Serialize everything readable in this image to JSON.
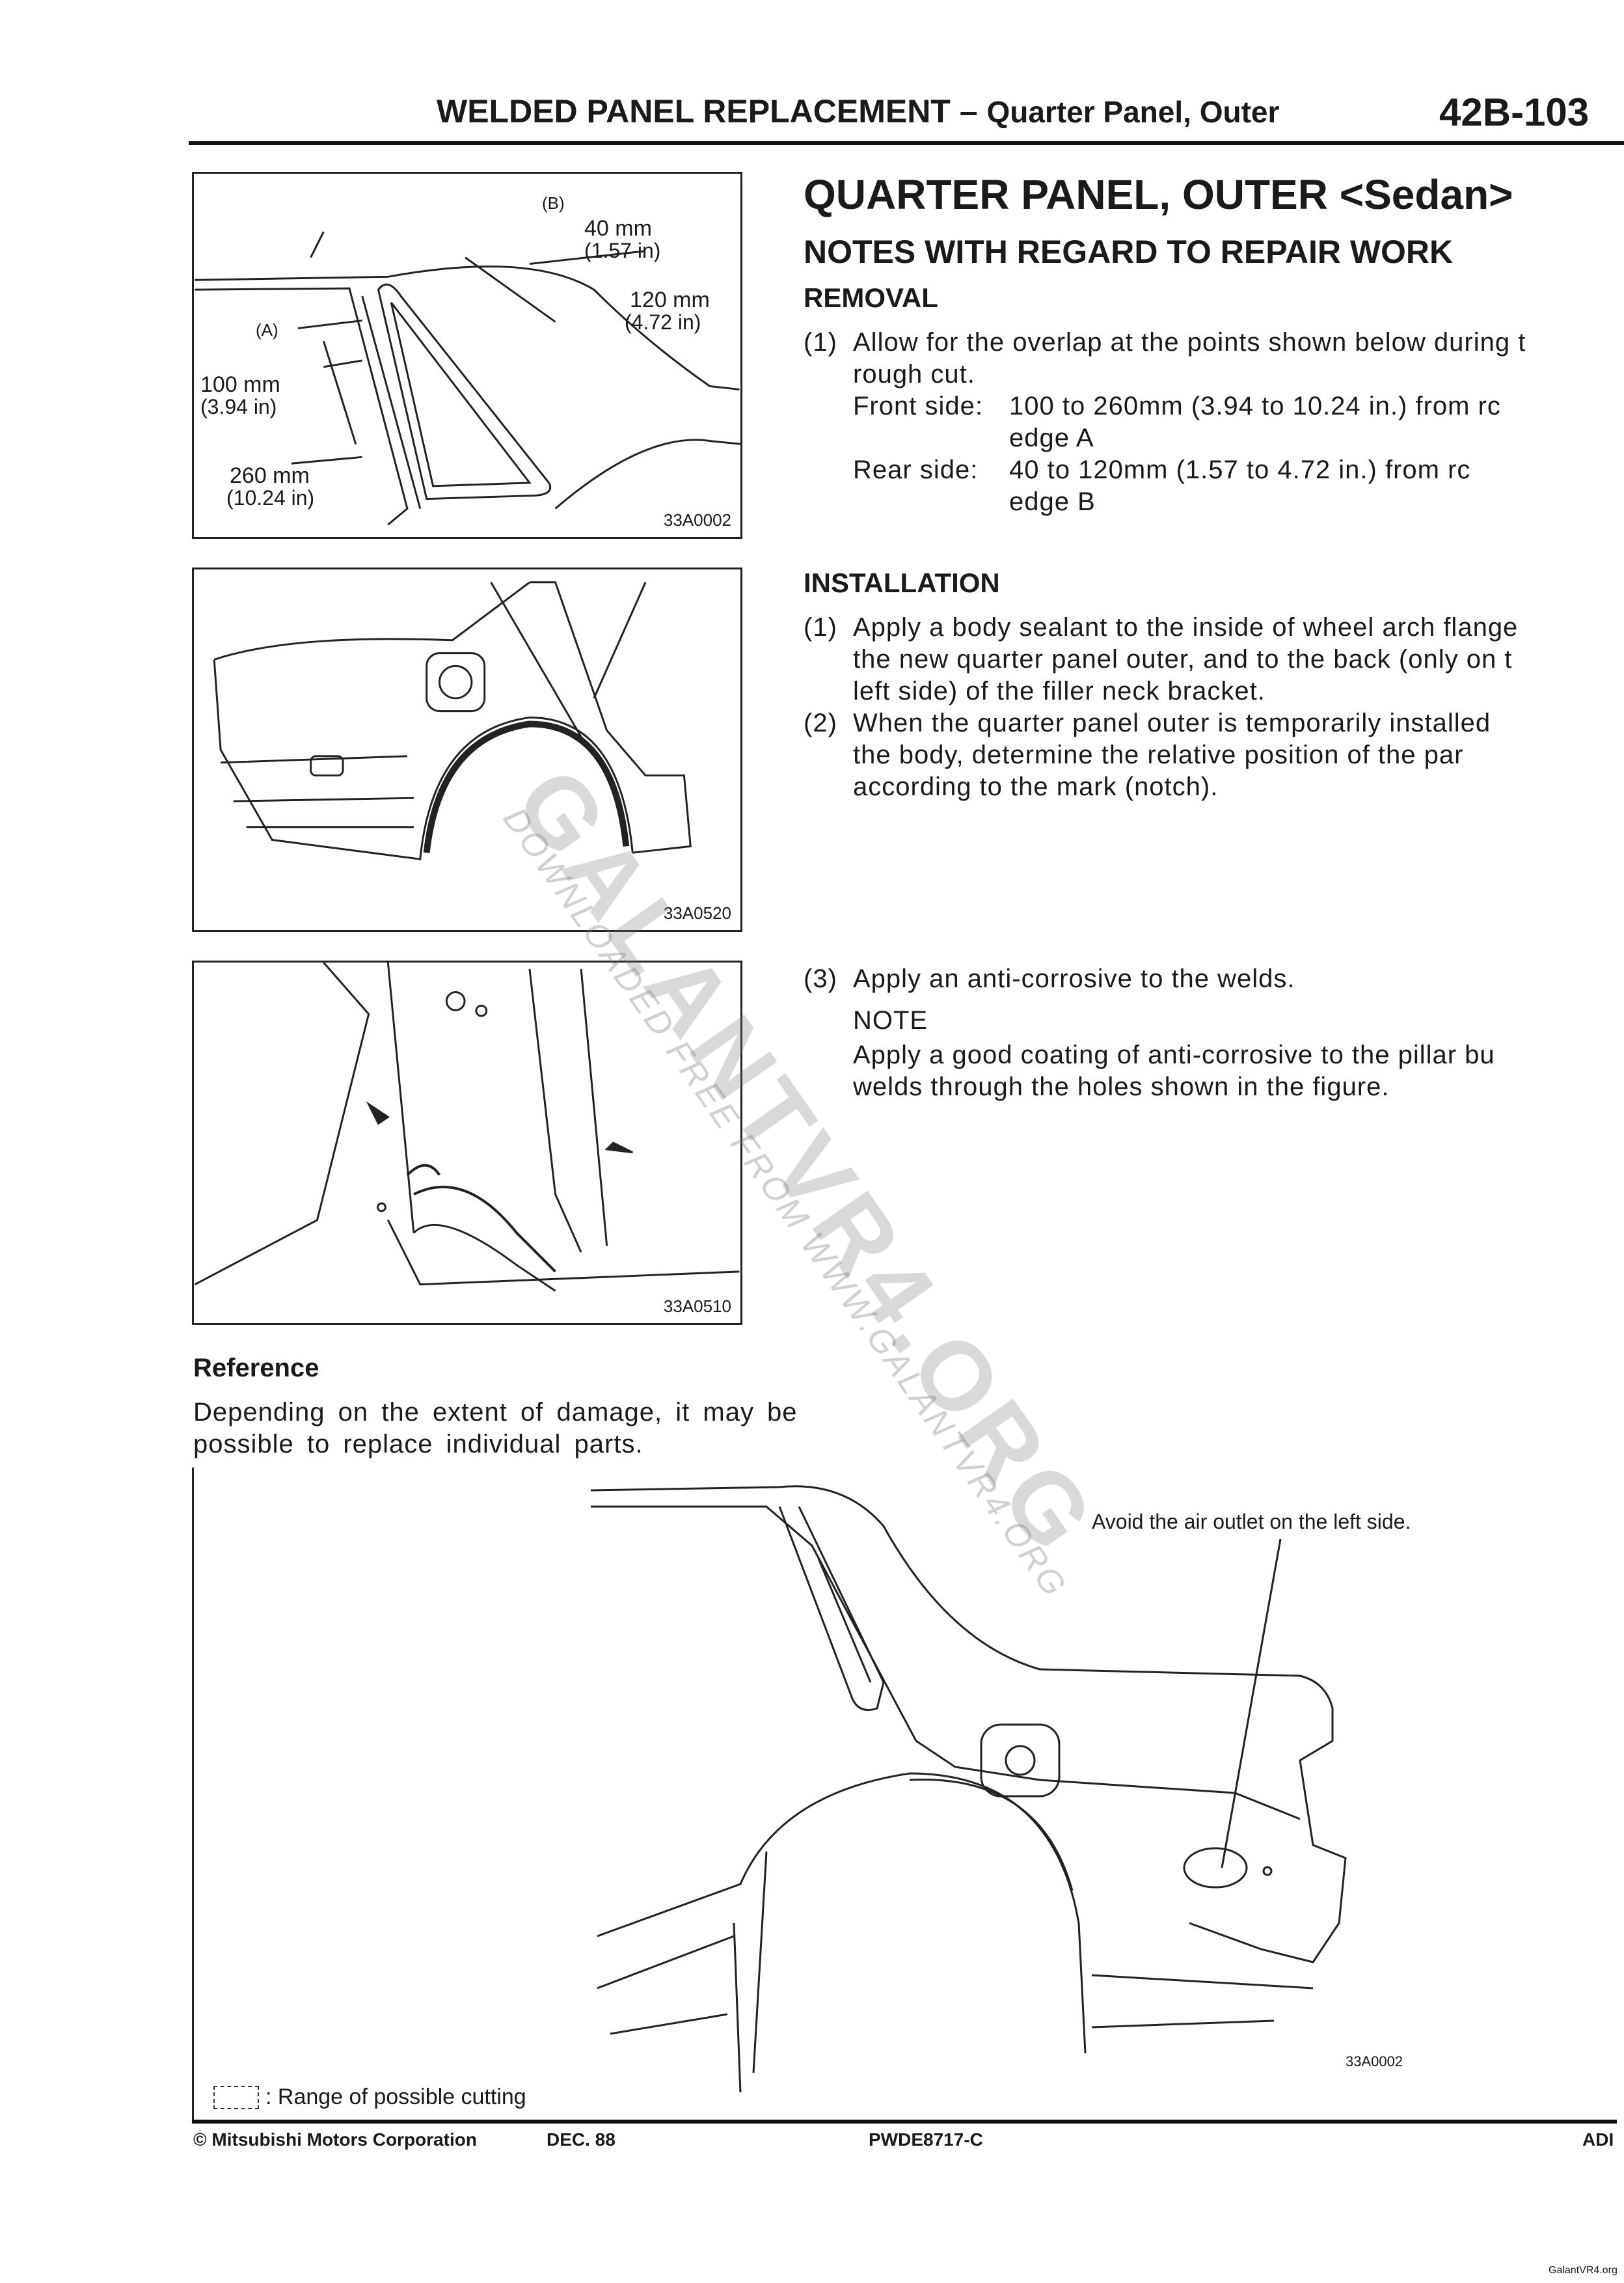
{
  "header": {
    "section": "WELDED PANEL REPLACEMENT",
    "separator": "–",
    "subsection": "Quarter Panel, Outer",
    "page": "42B-103"
  },
  "figures": [
    {
      "code": "33A0002",
      "labels": {
        "b": "(B)",
        "b1": "40 mm",
        "b1in": "(1.57 in)",
        "b2": "120 mm",
        "b2in": "(4.72 in)",
        "a": "(A)",
        "a1": "100 mm",
        "a1in": "(3.94 in)",
        "a2": "260 mm",
        "a2in": "(10.24 in)"
      }
    },
    {
      "code": "33A0520"
    },
    {
      "code": "33A0510"
    },
    {
      "code": "33A0002",
      "callout": "Avoid the air outlet on the left side.",
      "legend": ": Range of possible cutting"
    }
  ],
  "main": {
    "title": "QUARTER PANEL, OUTER <Sedan>",
    "notes_heading": "NOTES WITH REGARD TO REPAIR WORK",
    "removal": {
      "heading": "REMOVAL",
      "num": "(1)",
      "line1": "Allow for the overlap at the points shown below during t",
      "line2": "rough cut.",
      "front_label": "Front side:",
      "front_value": "100 to 260mm (3.94 to 10.24 in.) from rc",
      "front_value2": "edge A",
      "rear_label": "Rear side:",
      "rear_value": "40 to 120mm (1.57 to 4.72 in.) from rc",
      "rear_value2": "edge B"
    },
    "installation": {
      "heading": "INSTALLATION",
      "items": [
        {
          "num": "(1)",
          "lines": [
            "Apply a body sealant to the inside of wheel arch flange",
            "the new quarter panel outer, and to the back (only on t",
            "left side) of the filler neck bracket."
          ]
        },
        {
          "num": "(2)",
          "lines": [
            "When the quarter panel outer is temporarily installed",
            "the body, determine the relative position of the par",
            "according to the mark (notch)."
          ]
        },
        {
          "num": "(3)",
          "lines": [
            "Apply an anti-corrosive to the welds."
          ],
          "note_label": "NOTE",
          "note_lines": [
            "Apply a good coating of anti-corrosive to the pillar bu",
            "welds through the holes shown in the figure."
          ]
        }
      ]
    },
    "reference": {
      "heading": "Reference",
      "lines": [
        "Depending on the extent of damage, it may be",
        "possible to replace individual parts."
      ]
    }
  },
  "watermark": {
    "big": "GALANTVR4.ORG",
    "small": "DOWNLOADED FREE FROM WWW.GALANTVR4.ORG"
  },
  "footer": {
    "copyright": "© Mitsubishi Motors Corporation",
    "date": "DEC. 88",
    "code": "PWDE8717-C",
    "right": "ADI",
    "site": "GalantVR4.org"
  }
}
